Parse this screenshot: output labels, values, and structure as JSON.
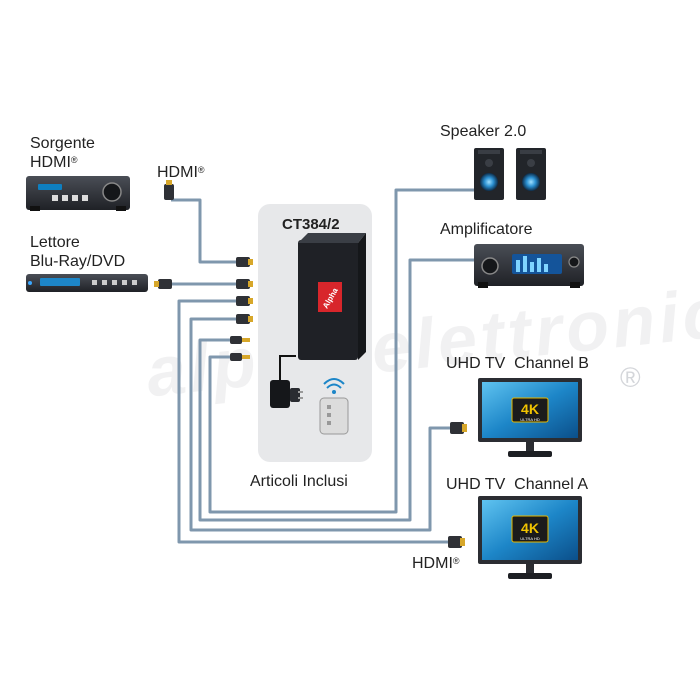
{
  "product": {
    "model": "CT384/2",
    "brand_logo_text": "Alpha"
  },
  "labels": {
    "source_hdmi_line1": "Sorgente",
    "source_hdmi_line2": "HDMI",
    "hdmi_top": "HDMI",
    "bluray_line1": "Lettore",
    "bluray_line2": "Blu-Ray/DVD",
    "speaker": "Speaker 2.0",
    "amplifier": "Amplificatore",
    "tv_b": "UHD TV  Channel B",
    "tv_a": "UHD TV  Channel A",
    "included": "Articoli Inclusi",
    "hdmi_bottom": "HDMI",
    "registered": "®"
  },
  "tv_badge": {
    "big": "4K",
    "small": "ULTRA HD"
  },
  "colors": {
    "cable": "#7f97ad",
    "device_dark": "#2a2d33",
    "screen_blue": "#1d86c8",
    "panel_bg": "#e7e8ea"
  },
  "watermark": "alpha elettronica"
}
